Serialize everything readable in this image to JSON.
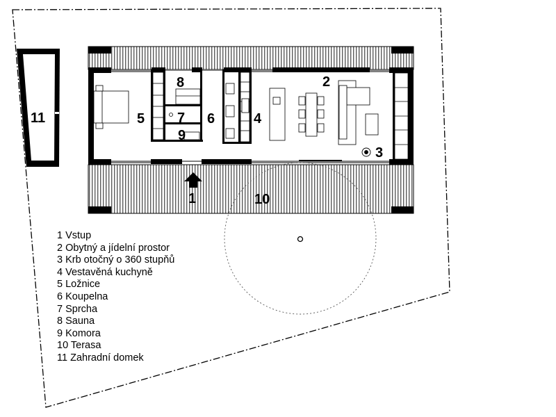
{
  "rooms": [
    {
      "number": "1",
      "label": "Vstup"
    },
    {
      "number": "2",
      "label": "Obytný a jídelní prostor"
    },
    {
      "number": "3",
      "label": "Krb otočný o 360 stupňů"
    },
    {
      "number": "4",
      "label": "Vestavěná kuchyně"
    },
    {
      "number": "5",
      "label": "Ložnice"
    },
    {
      "number": "6",
      "label": "Koupelna"
    },
    {
      "number": "7",
      "label": "Sprcha"
    },
    {
      "number": "8",
      "label": "Sauna"
    },
    {
      "number": "9",
      "label": "Komora"
    },
    {
      "number": "10",
      "label": "Terasa"
    },
    {
      "number": "11",
      "label": "Zahradní domek"
    }
  ],
  "legend_entries": [
    "1 Vstup",
    "2 Obytný a jídelní prostor",
    "3 Krb otočný o 360 stupňů",
    "4 Vestavěná kuchyně",
    "5 Ložnice",
    "6 Koupelna",
    "7 Sprcha",
    "8 Sauna",
    "9 Komora",
    "10 Terasa",
    "11 Zahradní domek"
  ],
  "colors": {
    "ink": "#000000",
    "paper": "#ffffff"
  }
}
